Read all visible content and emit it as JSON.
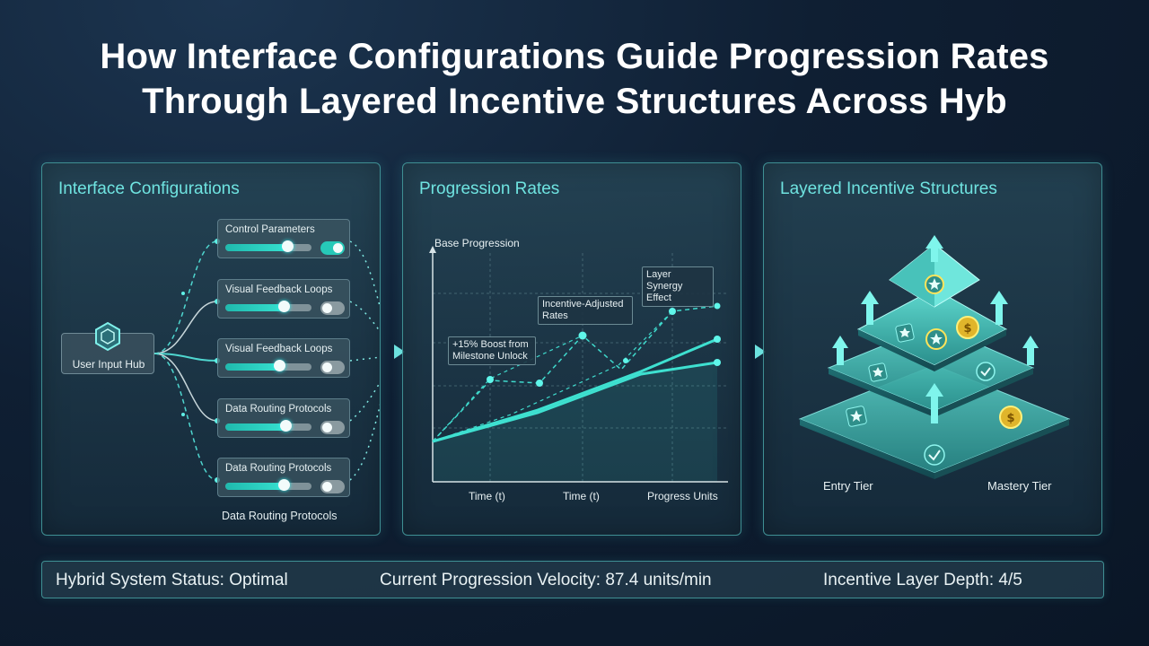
{
  "title": {
    "line1": "How Interface Configurations Guide Progression Rates",
    "line2": "Through Layered Incentive Structures Across Hyb"
  },
  "panels": {
    "interface": {
      "title": "Interface Configurations",
      "hub_label": "User Input Hub",
      "cards": [
        {
          "label": "Control Parameters",
          "level": 0.72,
          "toggle": "on"
        },
        {
          "label": "Visual Feedback Loops",
          "level": 0.68,
          "toggle": "off"
        },
        {
          "label": "Visual Feedback Loops",
          "level": 0.62,
          "toggle": "off"
        },
        {
          "label": "Data Routing Protocols",
          "level": 0.7,
          "toggle": "off"
        },
        {
          "label": "Data Routing Protocols",
          "level": 0.68,
          "toggle": "off"
        }
      ],
      "bottom_label": "Data Routing Protocols"
    },
    "progression": {
      "title": "Progression Rates",
      "y_axis_label": "Base Progression",
      "x_tick_labels": [
        "Time (t)",
        "Time (t)",
        "Progress Units"
      ],
      "annotations": {
        "boost": "+15% Boost from Milestone Unlock",
        "incentive": "Incentive-Adjusted Rates",
        "synergy": "Layer Synergy Effect"
      }
    },
    "incentive": {
      "title": "Layered Incentive Structures",
      "entry_label": "Entry Tier",
      "mastery_label": "Mastery Tier"
    }
  },
  "status_bar": {
    "system_status": "Hybrid System Status: Optimal",
    "velocity": "Current Progression Velocity: 87.4 units/min",
    "depth": "Incentive Layer Depth: 4/5"
  },
  "colors": {
    "accent": "#3ee0d0",
    "panel_border": "#3f8f93",
    "title_teal": "#6fe3e0"
  }
}
